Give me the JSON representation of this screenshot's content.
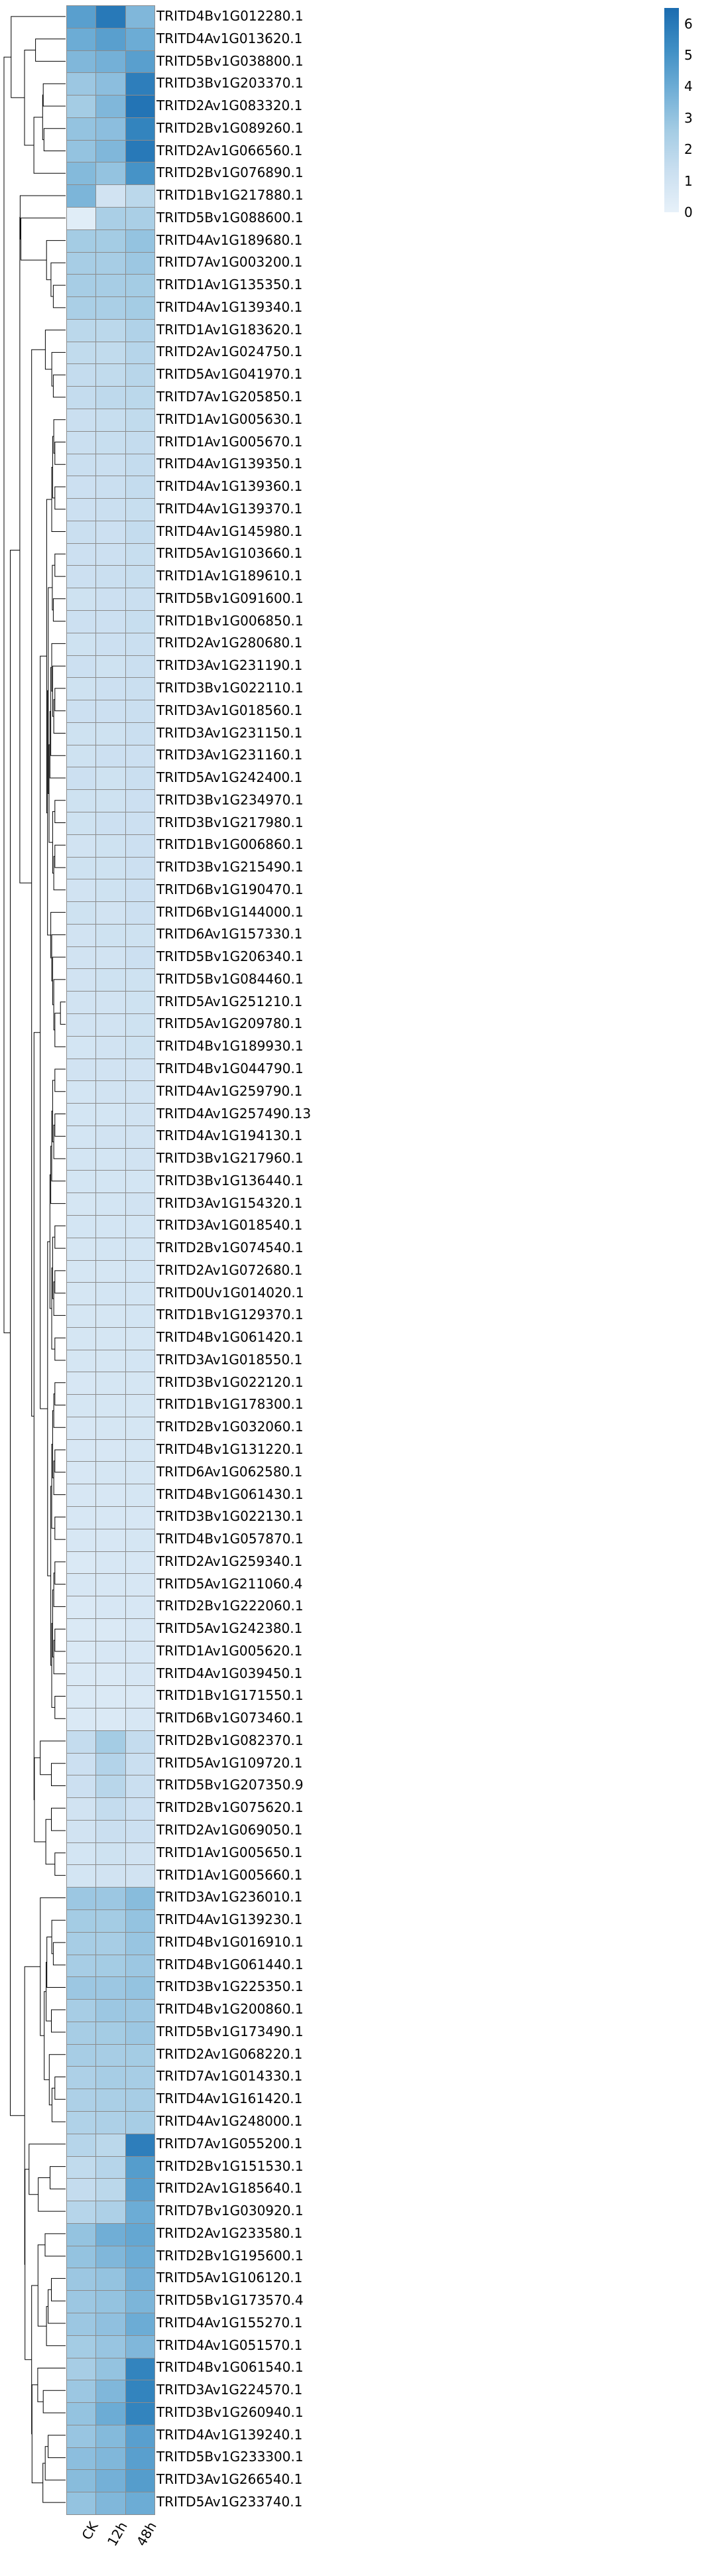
{
  "figure": {
    "kind": "clustered-heatmap",
    "dendrogram_side": "left",
    "colorbar_side": "right"
  },
  "chart_data": {
    "type": "heatmap",
    "title": "",
    "columns": [
      "CK",
      "12h",
      "48h"
    ],
    "rows": [
      "TRITD4Bv1G012280.1",
      "TRITD4Av1G013620.1",
      "TRITD5Bv1G038800.1",
      "TRITD3Bv1G203370.1",
      "TRITD2Av1G083320.1",
      "TRITD2Bv1G089260.1",
      "TRITD2Av1G066560.1",
      "TRITD2Bv1G076890.1",
      "TRITD1Bv1G217880.1",
      "TRITD5Bv1G088600.1",
      "TRITD4Av1G189680.1",
      "TRITD7Av1G003200.1",
      "TRITD1Av1G135350.1",
      "TRITD4Av1G139340.1",
      "TRITD1Av1G183620.1",
      "TRITD2Av1G024750.1",
      "TRITD5Av1G041970.1",
      "TRITD7Av1G205850.1",
      "TRITD1Av1G005630.1",
      "TRITD1Av1G005670.1",
      "TRITD4Av1G139350.1",
      "TRITD4Av1G139360.1",
      "TRITD4Av1G139370.1",
      "TRITD4Av1G145980.1",
      "TRITD5Av1G103660.1",
      "TRITD1Av1G189610.1",
      "TRITD5Bv1G091600.1",
      "TRITD1Bv1G006850.1",
      "TRITD2Av1G280680.1",
      "TRITD3Av1G231190.1",
      "TRITD3Bv1G022110.1",
      "TRITD3Av1G018560.1",
      "TRITD3Av1G231150.1",
      "TRITD3Av1G231160.1",
      "TRITD5Av1G242400.1",
      "TRITD3Bv1G234970.1",
      "TRITD3Bv1G217980.1",
      "TRITD1Bv1G006860.1",
      "TRITD3Bv1G215490.1",
      "TRITD6Bv1G190470.1",
      "TRITD6Bv1G144000.1",
      "TRITD6Av1G157330.1",
      "TRITD5Bv1G206340.1",
      "TRITD5Bv1G084460.1",
      "TRITD5Av1G251210.1",
      "TRITD5Av1G209780.1",
      "TRITD4Bv1G189930.1",
      "TRITD4Bv1G044790.1",
      "TRITD4Av1G259790.1",
      "TRITD4Av1G257490.13",
      "TRITD4Av1G194130.1",
      "TRITD3Bv1G217960.1",
      "TRITD3Bv1G136440.1",
      "TRITD3Av1G154320.1",
      "TRITD3Av1G018540.1",
      "TRITD2Bv1G074540.1",
      "TRITD2Av1G072680.1",
      "TRITD0Uv1G014020.1",
      "TRITD1Bv1G129370.1",
      "TRITD4Bv1G061420.1",
      "TRITD3Av1G018550.1",
      "TRITD3Bv1G022120.1",
      "TRITD1Bv1G178300.1",
      "TRITD2Bv1G032060.1",
      "TRITD4Bv1G131220.1",
      "TRITD6Av1G062580.1",
      "TRITD4Bv1G061430.1",
      "TRITD3Bv1G022130.1",
      "TRITD4Bv1G057870.1",
      "TRITD2Av1G259340.1",
      "TRITD5Av1G211060.4",
      "TRITD2Bv1G222060.1",
      "TRITD5Av1G242380.1",
      "TRITD1Av1G005620.1",
      "TRITD4Av1G039450.1",
      "TRITD1Bv1G171550.1",
      "TRITD6Bv1G073460.1",
      "TRITD2Bv1G082370.1",
      "TRITD5Av1G109720.1",
      "TRITD5Bv1G207350.9",
      "TRITD2Bv1G075620.1",
      "TRITD2Av1G069050.1",
      "TRITD1Av1G005650.1",
      "TRITD1Av1G005660.1",
      "TRITD3Av1G236010.1",
      "TRITD4Av1G139230.1",
      "TRITD4Bv1G016910.1",
      "TRITD4Bv1G061440.1",
      "TRITD3Bv1G225350.1",
      "TRITD4Bv1G200860.1",
      "TRITD5Bv1G173490.1",
      "TRITD2Av1G068220.1",
      "TRITD7Av1G014330.1",
      "TRITD4Av1G161420.1",
      "TRITD4Av1G248000.1",
      "TRITD7Av1G055200.1",
      "TRITD2Bv1G151530.1",
      "TRITD2Av1G185640.1",
      "TRITD7Bv1G030920.1",
      "TRITD2Av1G233580.1",
      "TRITD2Bv1G195600.1",
      "TRITD5Av1G106120.1",
      "TRITD5Bv1G173570.4",
      "TRITD4Av1G155270.1",
      "TRITD4Av1G051570.1",
      "TRITD4Bv1G061540.1",
      "TRITD3Av1G224570.1",
      "TRITD3Bv1G260940.1",
      "TRITD4Av1G139240.1",
      "TRITD5Bv1G233300.1",
      "TRITD3Av1G266540.1",
      "TRITD5Av1G233740.1"
    ],
    "values": [
      [
        4.5,
        6.0,
        3.5
      ],
      [
        4.0,
        4.5,
        4.0
      ],
      [
        3.5,
        3.8,
        4.5
      ],
      [
        2.8,
        3.2,
        5.8
      ],
      [
        2.6,
        3.5,
        6.2
      ],
      [
        3.0,
        3.2,
        5.6
      ],
      [
        3.0,
        3.5,
        6.0
      ],
      [
        3.4,
        3.0,
        5.0
      ],
      [
        3.6,
        1.0,
        1.8
      ],
      [
        0.3,
        2.4,
        2.4
      ],
      [
        2.6,
        2.6,
        3.0
      ],
      [
        2.5,
        2.5,
        2.8
      ],
      [
        2.5,
        2.5,
        2.6
      ],
      [
        2.4,
        2.4,
        2.6
      ],
      [
        1.8,
        1.8,
        2.2
      ],
      [
        1.6,
        1.6,
        2.0
      ],
      [
        1.5,
        1.6,
        1.9
      ],
      [
        1.5,
        1.7,
        1.8
      ],
      [
        1.3,
        1.4,
        1.6
      ],
      [
        1.3,
        1.4,
        1.5
      ],
      [
        1.3,
        1.3,
        1.5
      ],
      [
        1.2,
        1.3,
        1.5
      ],
      [
        1.2,
        1.3,
        1.4
      ],
      [
        1.3,
        1.2,
        1.5
      ],
      [
        1.2,
        1.2,
        1.4
      ],
      [
        1.2,
        1.3,
        1.4
      ],
      [
        1.1,
        1.2,
        1.3
      ],
      [
        1.2,
        1.2,
        1.4
      ],
      [
        1.1,
        1.2,
        1.3
      ],
      [
        1.2,
        1.1,
        1.3
      ],
      [
        1.1,
        1.2,
        1.3
      ],
      [
        1.2,
        1.2,
        1.3
      ],
      [
        1.1,
        1.1,
        1.3
      ],
      [
        1.1,
        1.2,
        1.2
      ],
      [
        1.2,
        1.1,
        1.3
      ],
      [
        1.1,
        1.1,
        1.2
      ],
      [
        1.1,
        1.2,
        1.2
      ],
      [
        1.0,
        1.1,
        1.2
      ],
      [
        1.1,
        1.1,
        1.2
      ],
      [
        1.0,
        1.1,
        1.2
      ],
      [
        1.1,
        1.0,
        1.2
      ],
      [
        1.0,
        1.1,
        1.1
      ],
      [
        1.0,
        1.0,
        1.2
      ],
      [
        1.0,
        1.1,
        1.1
      ],
      [
        1.0,
        1.0,
        1.1
      ],
      [
        1.0,
        1.0,
        1.1
      ],
      [
        0.9,
        1.0,
        1.1
      ],
      [
        1.0,
        1.0,
        1.0
      ],
      [
        0.9,
        1.0,
        1.0
      ],
      [
        0.9,
        0.9,
        1.0
      ],
      [
        0.9,
        1.0,
        1.0
      ],
      [
        0.9,
        0.9,
        1.0
      ],
      [
        0.9,
        0.9,
        0.9
      ],
      [
        0.8,
        0.9,
        1.0
      ],
      [
        0.9,
        0.9,
        0.9
      ],
      [
        0.8,
        0.9,
        0.9
      ],
      [
        0.8,
        0.8,
        0.9
      ],
      [
        0.8,
        0.9,
        0.9
      ],
      [
        0.8,
        0.8,
        0.9
      ],
      [
        0.8,
        0.8,
        0.8
      ],
      [
        0.8,
        0.8,
        0.9
      ],
      [
        0.7,
        0.8,
        0.8
      ],
      [
        0.8,
        0.8,
        0.8
      ],
      [
        0.7,
        0.8,
        0.8
      ],
      [
        0.7,
        0.7,
        0.8
      ],
      [
        0.7,
        0.8,
        0.8
      ],
      [
        0.7,
        0.7,
        0.8
      ],
      [
        0.7,
        0.7,
        0.7
      ],
      [
        0.7,
        0.7,
        0.8
      ],
      [
        0.6,
        0.7,
        0.7
      ],
      [
        0.7,
        0.7,
        0.7
      ],
      [
        0.6,
        0.7,
        0.7
      ],
      [
        0.6,
        0.6,
        0.7
      ],
      [
        0.6,
        0.7,
        0.7
      ],
      [
        0.6,
        0.6,
        0.7
      ],
      [
        0.6,
        0.6,
        0.6
      ],
      [
        0.6,
        0.6,
        0.7
      ],
      [
        1.5,
        2.6,
        1.5
      ],
      [
        1.2,
        2.1,
        1.3
      ],
      [
        1.2,
        1.9,
        1.3
      ],
      [
        1.0,
        1.5,
        1.2
      ],
      [
        1.0,
        1.3,
        1.2
      ],
      [
        0.9,
        1.1,
        1.0
      ],
      [
        0.9,
        1.0,
        1.0
      ],
      [
        2.8,
        2.8,
        3.3
      ],
      [
        2.6,
        2.6,
        3.0
      ],
      [
        2.5,
        2.5,
        2.9
      ],
      [
        2.5,
        2.6,
        2.8
      ],
      [
        2.8,
        2.8,
        3.0
      ],
      [
        2.5,
        2.8,
        2.8
      ],
      [
        2.5,
        2.6,
        2.8
      ],
      [
        2.5,
        2.5,
        2.6
      ],
      [
        2.3,
        2.5,
        2.5
      ],
      [
        2.3,
        2.4,
        2.5
      ],
      [
        2.2,
        2.3,
        2.5
      ],
      [
        2.0,
        1.8,
        5.8
      ],
      [
        1.6,
        2.0,
        4.6
      ],
      [
        1.5,
        1.8,
        4.5
      ],
      [
        2.0,
        2.3,
        4.0
      ],
      [
        3.0,
        3.9,
        4.2
      ],
      [
        3.0,
        3.5,
        4.0
      ],
      [
        2.8,
        3.0,
        3.8
      ],
      [
        2.8,
        3.0,
        3.6
      ],
      [
        2.8,
        3.1,
        4.0
      ],
      [
        2.6,
        2.9,
        3.5
      ],
      [
        2.5,
        3.0,
        5.6
      ],
      [
        2.8,
        3.5,
        5.6
      ],
      [
        3.0,
        4.0,
        5.6
      ],
      [
        2.9,
        3.4,
        4.5
      ],
      [
        3.2,
        3.5,
        4.5
      ],
      [
        3.3,
        3.8,
        4.6
      ],
      [
        3.0,
        3.5,
        4.0
      ]
    ],
    "colorbar": {
      "min": 0,
      "max": 6.5,
      "ticks": [
        6,
        5,
        4,
        3,
        2,
        1,
        0
      ],
      "palette_stops": [
        "#e7f1f9",
        "#cadff0",
        "#a4cce4",
        "#70aed6",
        "#3e8ec4",
        "#1b6cb0"
      ]
    },
    "grid_color": "#8c8c8c",
    "dendrogram": {
      "side": "left",
      "axis": "rows",
      "line_color": "#000000"
    }
  }
}
